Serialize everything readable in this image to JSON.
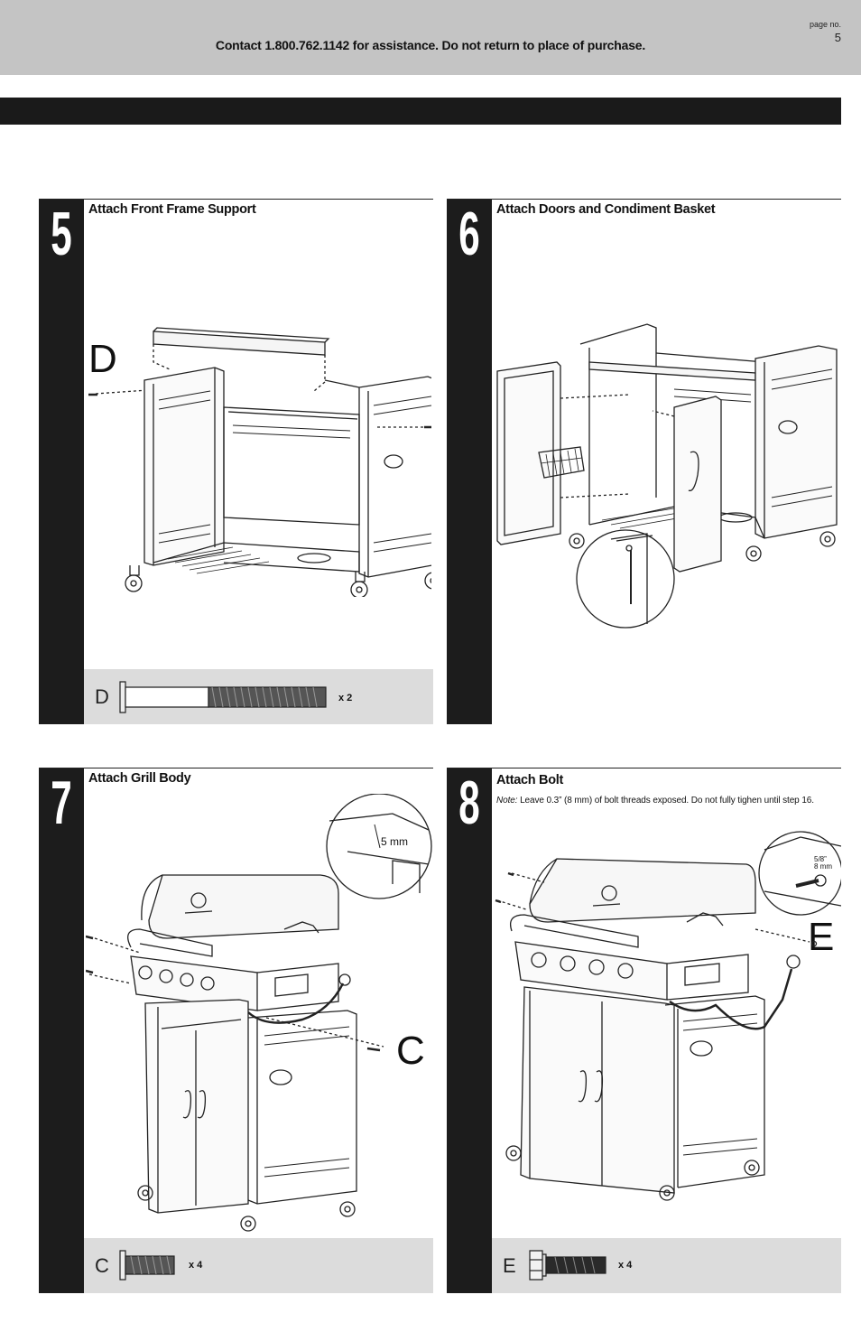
{
  "header": {
    "contact": "Contact 1.800.762.1142 for assistance. Do not return to place of purchase.",
    "page_label": "page no.",
    "page_number": "5"
  },
  "steps": [
    {
      "number": "5",
      "title": "Attach Front Frame Support",
      "callouts": [
        "D"
      ],
      "hardware": {
        "letter": "D",
        "quantity": "x 2"
      }
    },
    {
      "number": "6",
      "title": "Attach Doors and Condiment Basket"
    },
    {
      "number": "7",
      "title": "Attach Grill Body",
      "callouts": [
        "C"
      ],
      "detail_label": "5 mm",
      "hardware": {
        "letter": "C",
        "quantity": "x 4"
      }
    },
    {
      "number": "8",
      "title": "Attach Bolt",
      "note_label": "Note:",
      "note_text": "Leave 0.3” (8 mm) of bolt threads exposed. Do not fully tighen until step 16.",
      "callouts": [
        "E"
      ],
      "detail_label_1": "5/8”",
      "detail_label_2": "8 mm",
      "hardware": {
        "letter": "E",
        "quantity": "x 4"
      }
    }
  ]
}
